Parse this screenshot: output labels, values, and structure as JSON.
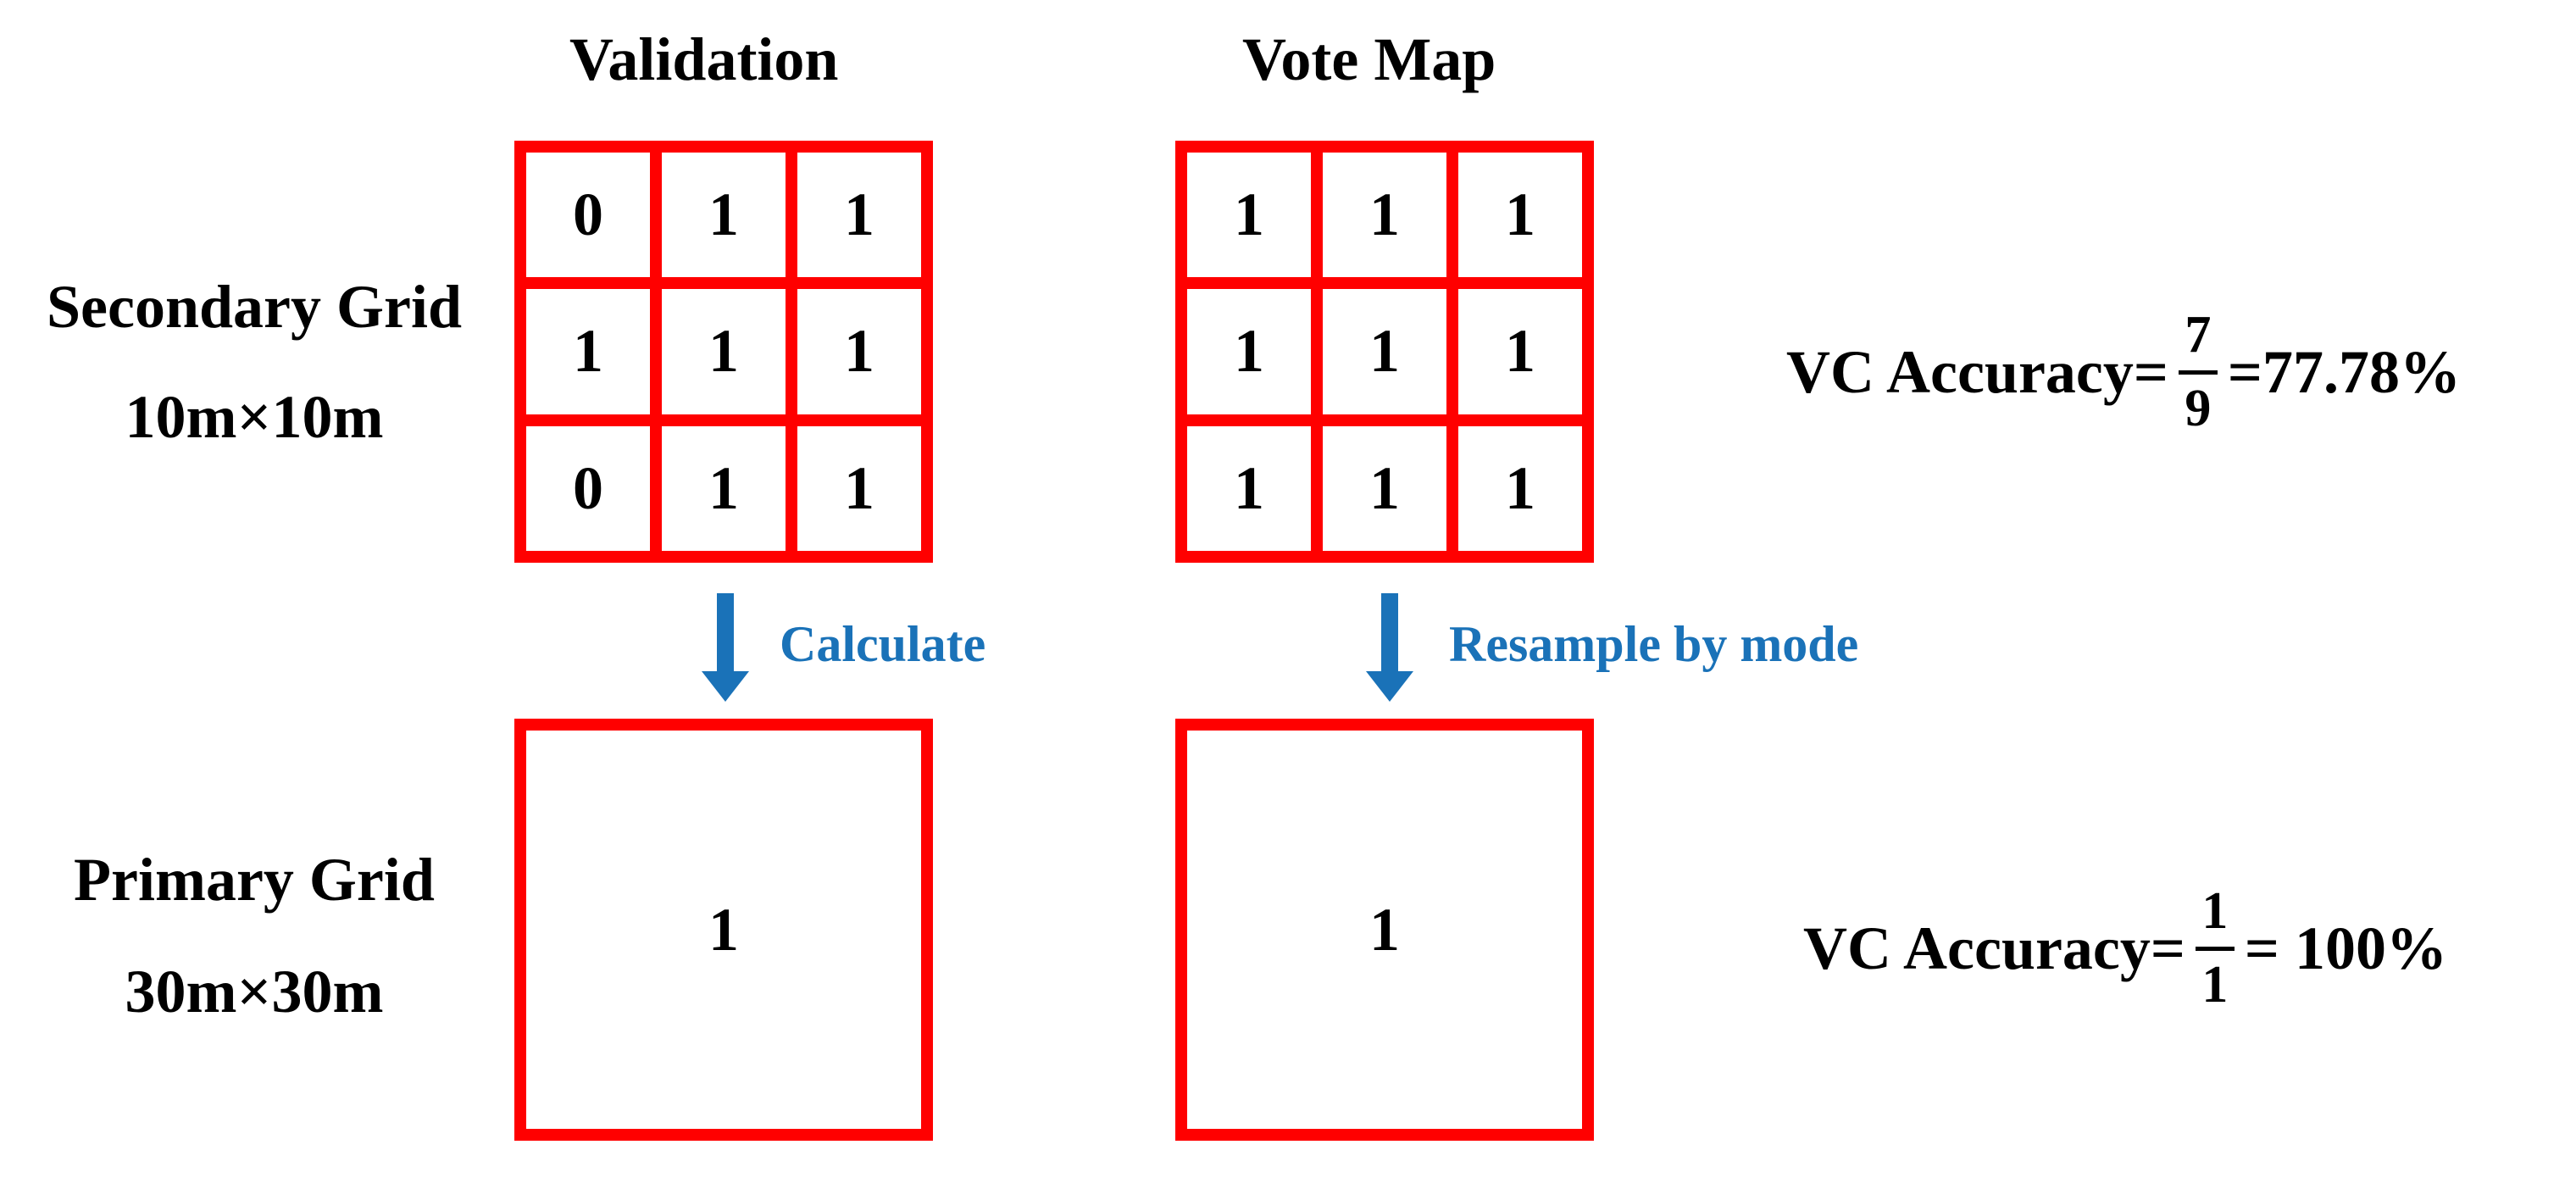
{
  "columns": {
    "validation_title": "Validation",
    "vote_map_title": "Vote Map"
  },
  "rows": {
    "secondary": {
      "name": "Secondary Grid",
      "size": "10m×10m"
    },
    "primary": {
      "name": "Primary Grid",
      "size": "30m×30m"
    }
  },
  "validation_grid": [
    [
      "0",
      "1",
      "1"
    ],
    [
      "1",
      "1",
      "1"
    ],
    [
      "0",
      "1",
      "1"
    ]
  ],
  "vote_map_grid": [
    [
      "1",
      "1",
      "1"
    ],
    [
      "1",
      "1",
      "1"
    ],
    [
      "1",
      "1",
      "1"
    ]
  ],
  "primary_validation_value": "1",
  "primary_vote_map_value": "1",
  "arrows": {
    "validation_label": "Calculate",
    "vote_map_label": "Resample by mode"
  },
  "formulas": {
    "secondary": {
      "label": "VC Accuracy=",
      "numerator": "7",
      "denominator": "9",
      "result": "=77.78%"
    },
    "primary": {
      "label": "VC Accuracy=",
      "numerator": "1",
      "denominator": "1",
      "result": "= 100%"
    }
  },
  "colors": {
    "grid_border": "#ff0000",
    "arrow": "#1a72b8",
    "text": "#000000"
  }
}
